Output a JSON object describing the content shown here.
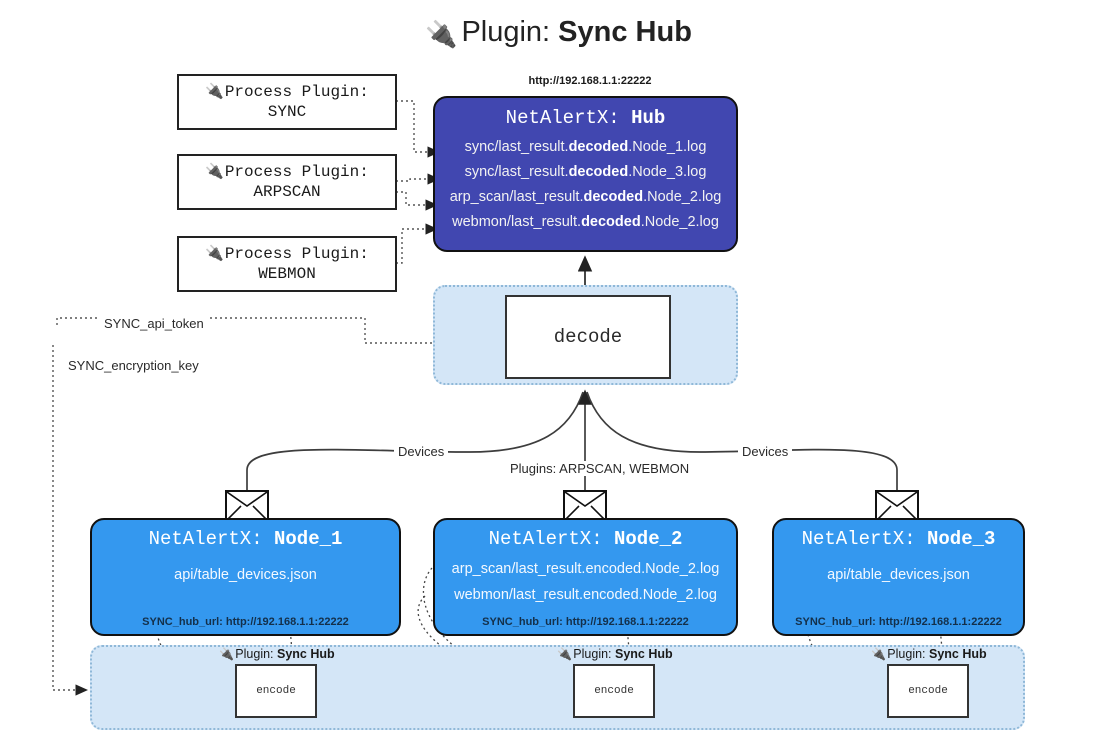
{
  "title": {
    "icon": "plug-icon",
    "prefix": "Plugin: ",
    "name": "Sync Hub"
  },
  "process_plugins": [
    {
      "icon": "plug-icon",
      "line1": "Process Plugin:",
      "line2": "SYNC"
    },
    {
      "icon": "plug-icon",
      "line1": "Process Plugin:",
      "line2": "ARPSCAN"
    },
    {
      "icon": "plug-icon",
      "line1": "Process Plugin:",
      "line2": "WEBMON"
    }
  ],
  "hub": {
    "url": "http://192.168.1.1:22222",
    "title_prefix": "NetAlertX: ",
    "title_name": "Hub",
    "fill_color": "#4147b0",
    "lines": [
      {
        "pre": "sync/last_result.",
        "bold": "decoded",
        "post": ".Node_1.log"
      },
      {
        "pre": "sync/last_result.",
        "bold": "decoded",
        "post": ".Node_3.log"
      },
      {
        "pre": "arp_scan/last_result.",
        "bold": "decoded",
        "post": ".Node_2.log"
      },
      {
        "pre": "webmon/last_result.",
        "bold": "decoded",
        "post": ".Node_2.log"
      }
    ]
  },
  "decode": {
    "label": "decode",
    "container_color": "#d4e6f7"
  },
  "config_labels": [
    {
      "text": "SYNC_api_token"
    },
    {
      "text": "SYNC_encryption_key"
    }
  ],
  "edge_labels": {
    "devices_left": "Devices",
    "devices_right": "Devices",
    "plugins_center": "Plugins: ARPSCAN, WEBMON"
  },
  "nodes": [
    {
      "title_prefix": "NetAlertX: ",
      "title_name": "Node_1",
      "fill_color": "#3498ef",
      "lines": [
        "api/table_devices.json"
      ],
      "hub_url_label": "SYNC_hub_url: http://192.168.1.1:22222",
      "envelope_icon": "envelope-icon"
    },
    {
      "title_prefix": "NetAlertX: ",
      "title_name": "Node_2",
      "fill_color": "#3498ef",
      "lines": [
        "arp_scan/last_result.encoded.Node_2.log",
        "webmon/last_result.encoded.Node_2.log"
      ],
      "hub_url_label": "SYNC_hub_url: http://192.168.1.1:22222",
      "envelope_icon": "envelope-icon"
    },
    {
      "title_prefix": "NetAlertX: ",
      "title_name": "Node_3",
      "fill_color": "#3498ef",
      "lines": [
        "api/table_devices.json"
      ],
      "hub_url_label": "SYNC_hub_url: http://192.168.1.1:22222",
      "envelope_icon": "envelope-icon"
    }
  ],
  "encode_groups": [
    {
      "plugin_prefix": "Plugin: ",
      "plugin_name": "Sync Hub",
      "box_label": "encode",
      "icon": "plug-icon"
    },
    {
      "plugin_prefix": "Plugin: ",
      "plugin_name": "Sync Hub",
      "box_label": "encode",
      "icon": "plug-icon"
    },
    {
      "plugin_prefix": "Plugin: ",
      "plugin_name": "Sync Hub",
      "box_label": "encode",
      "icon": "plug-icon"
    }
  ]
}
